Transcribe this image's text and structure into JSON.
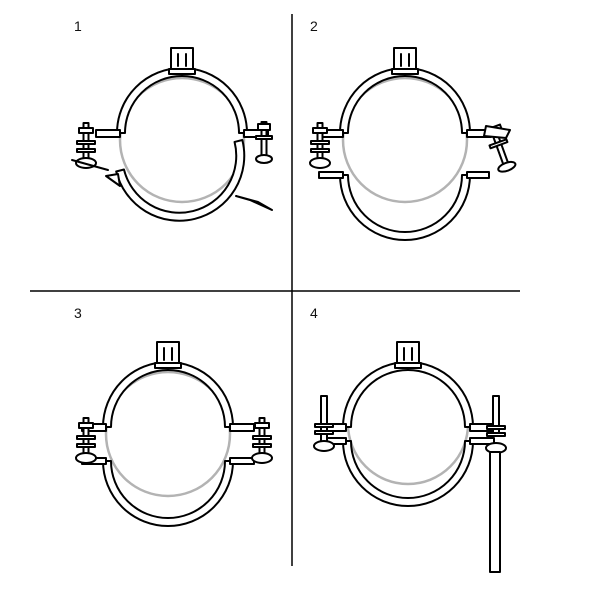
{
  "steps": [
    {
      "number": "1"
    },
    {
      "number": "2"
    },
    {
      "number": "3"
    },
    {
      "number": "4"
    }
  ],
  "colors": {
    "line": "#000000",
    "pipe": "#b3b3b3",
    "background": "#ffffff"
  }
}
